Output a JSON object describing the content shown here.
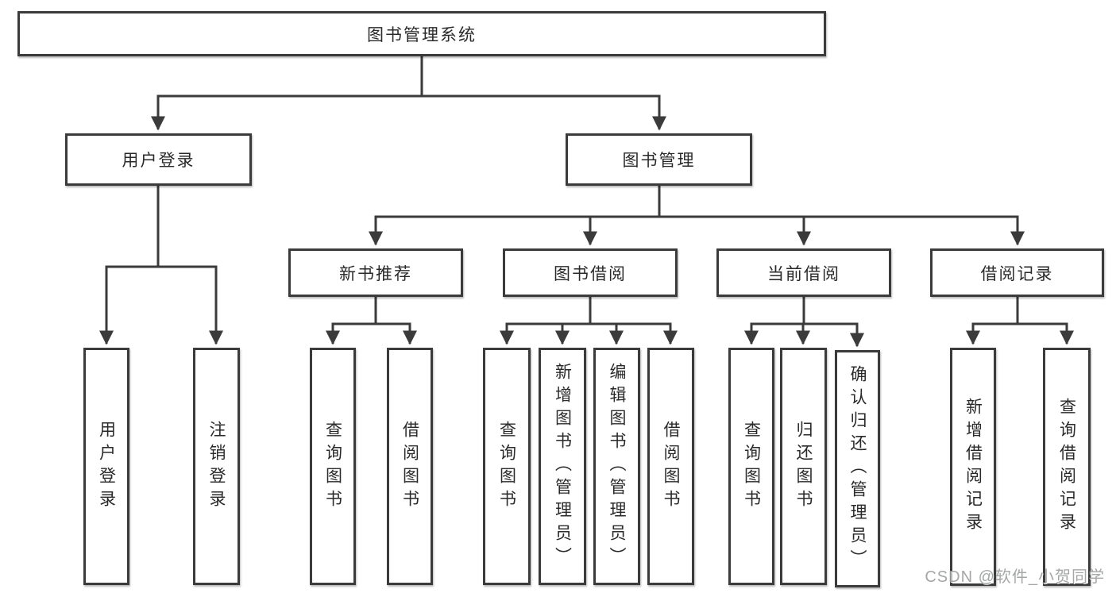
{
  "root": {
    "label": "图书管理系统"
  },
  "level1": {
    "user_login": "用户登录",
    "book_management": "图书管理"
  },
  "level2": [
    "新书推荐",
    "图书借阅",
    "当前借阅",
    "借阅记录"
  ],
  "leaves": {
    "user_login": [
      "用户登录",
      "注销登录"
    ],
    "new_book": [
      "查询图书",
      "借阅图书"
    ],
    "book_borrow": [
      "查询图书",
      "新增图书（管理员）",
      "编辑图书（管理员）",
      "借阅图书"
    ],
    "current_borrow": [
      "查询图书",
      "归还图书",
      "确认归还（管理员）"
    ],
    "borrow_records": [
      "新增借阅记录",
      "查询借阅记录"
    ]
  },
  "watermark": "CSDN @软件_小贺同学",
  "colors": {
    "line": "#3b3b3b",
    "text": "#2a2a2a",
    "watermark": "#949698",
    "background": "#ffffff"
  }
}
